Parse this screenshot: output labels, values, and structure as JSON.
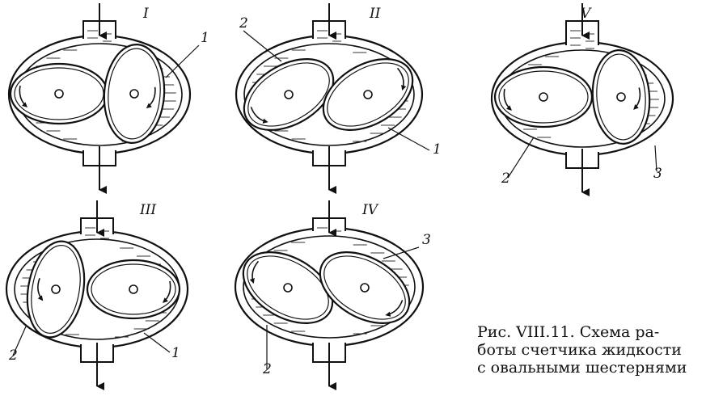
{
  "diagrams": [
    {
      "id": "I",
      "label": "I",
      "parts": [
        "1"
      ]
    },
    {
      "id": "II",
      "label": "II",
      "parts": [
        "2",
        "1"
      ]
    },
    {
      "id": "III",
      "label": "III",
      "parts": [
        "2",
        "1"
      ]
    },
    {
      "id": "IV",
      "label": "IV",
      "parts": [
        "3",
        "2"
      ]
    },
    {
      "id": "V",
      "label": "V",
      "parts": [
        "2",
        "3"
      ]
    }
  ],
  "caption": {
    "line1": "Рис. VIII.11. Схема ра-",
    "line2": "боты счетчика жидкости",
    "line3": "с овальными шестернями"
  }
}
